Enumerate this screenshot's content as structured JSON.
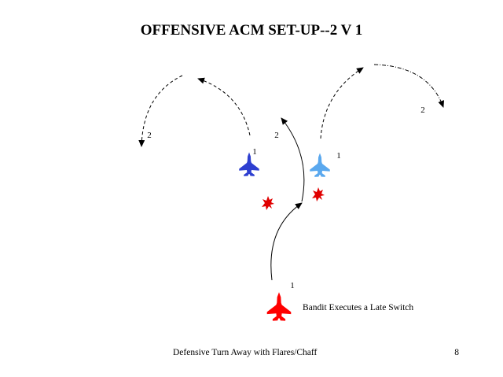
{
  "title": "OFFENSIVE  ACM SET-UP--2 V 1",
  "labels": {
    "two_far_left": "2",
    "two_center_left": "2",
    "two_right": "2",
    "one_dark_blue": "1",
    "one_light_blue": "1",
    "one_red": "1"
  },
  "annotation": "Bandit Executes a Late Switch",
  "footer": {
    "caption": "Defensive Turn Away with Flares/Chaff",
    "page_number": "8"
  },
  "colors": {
    "fighter_dark_blue": "#2e3fd0",
    "fighter_light_blue": "#5aa8ee",
    "bandit_red": "#ff0000",
    "flare": "#e00000"
  }
}
